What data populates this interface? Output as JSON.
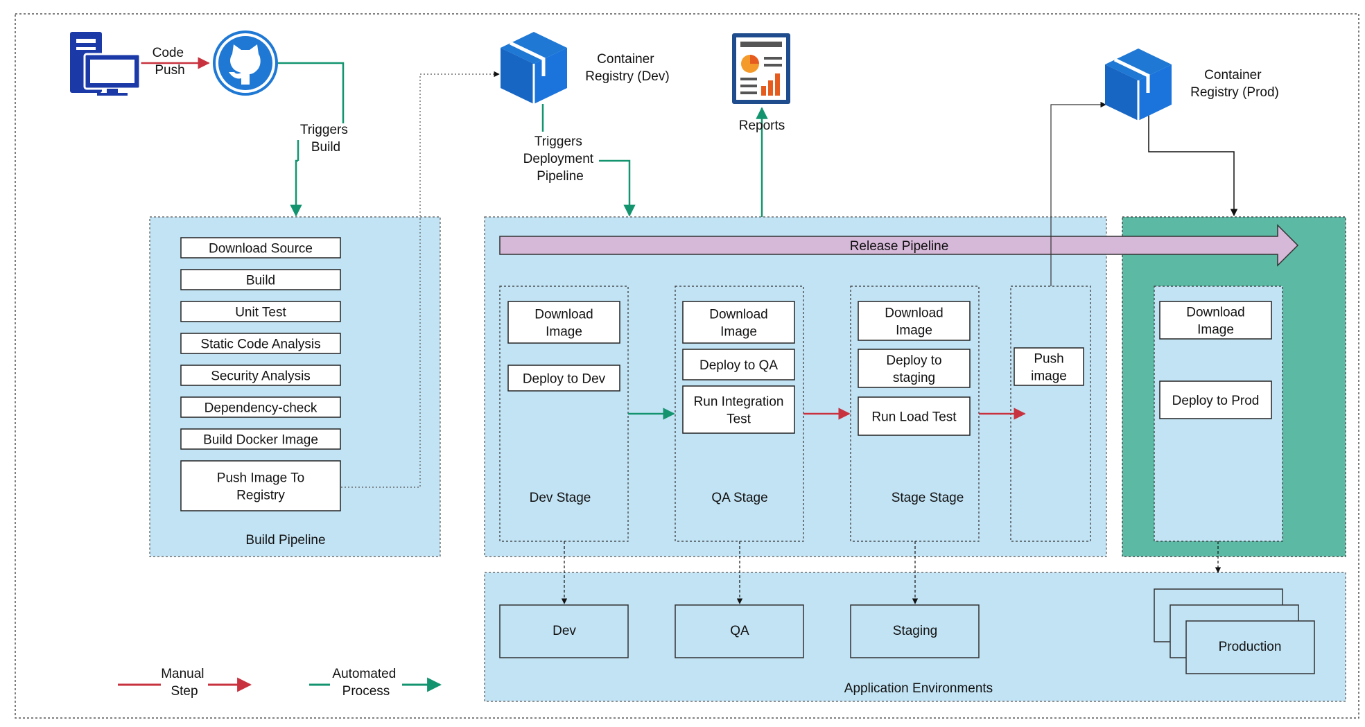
{
  "colors": {
    "panel_blue": "#c2e3f4",
    "panel_green": "#5bb9a4",
    "release_bar": "#d6b8d8",
    "manual_red": "#c8323e",
    "automated_green": "#13946f",
    "icon_blue": "#1b64cc",
    "github_blue": "#1e78d4"
  },
  "icons": {
    "workstation": "computer-workstation-icon",
    "github": "github-octocat-icon",
    "registry_dev": "container-cube-icon",
    "registry_prod": "container-cube-icon",
    "reports": "report-document-icon"
  },
  "top": {
    "code_push": [
      "Code",
      "Push"
    ],
    "triggers_build": [
      "Triggers",
      "Build"
    ],
    "registry_dev": [
      "Container",
      "Registry (Dev)"
    ],
    "triggers_deploy": [
      "Triggers",
      "Deployment",
      "Pipeline"
    ],
    "reports": "Reports",
    "registry_prod": [
      "Container",
      "Registry (Prod)"
    ]
  },
  "build_pipeline": {
    "label": "Build Pipeline",
    "steps": [
      [
        "Download Source"
      ],
      [
        "Build"
      ],
      [
        "Unit Test"
      ],
      [
        "Static Code Analysis"
      ],
      [
        "Security Analysis"
      ],
      [
        "Dependency-check"
      ],
      [
        "Build Docker Image"
      ],
      [
        "Push Image To",
        "Registry"
      ]
    ]
  },
  "release": {
    "bar_label": "Release Pipeline",
    "dev_stage": {
      "label": "Dev Stage",
      "steps": [
        [
          "Download",
          "Image"
        ],
        [
          "Deploy to Dev"
        ]
      ]
    },
    "qa_stage": {
      "label": "QA Stage",
      "steps": [
        [
          "Download",
          "Image"
        ],
        [
          "Deploy to QA"
        ],
        [
          "Run Integration",
          "Test"
        ]
      ]
    },
    "staging_stage": {
      "label": "Stage Stage",
      "steps": [
        [
          "Download",
          "Image"
        ],
        [
          "Deploy to",
          "staging"
        ],
        [
          "Run Load Test"
        ]
      ]
    },
    "push": {
      "steps": [
        [
          "Push",
          "image"
        ]
      ]
    },
    "prod": {
      "steps": [
        [
          "Download",
          "Image"
        ],
        [
          "Deploy to Prod"
        ]
      ]
    }
  },
  "environments": {
    "label": "Application Environments",
    "items": [
      "Dev",
      "QA",
      "Staging",
      "Production"
    ]
  },
  "legend": {
    "manual": [
      "Manual",
      "Step"
    ],
    "automated": [
      "Automated",
      "Process"
    ]
  }
}
